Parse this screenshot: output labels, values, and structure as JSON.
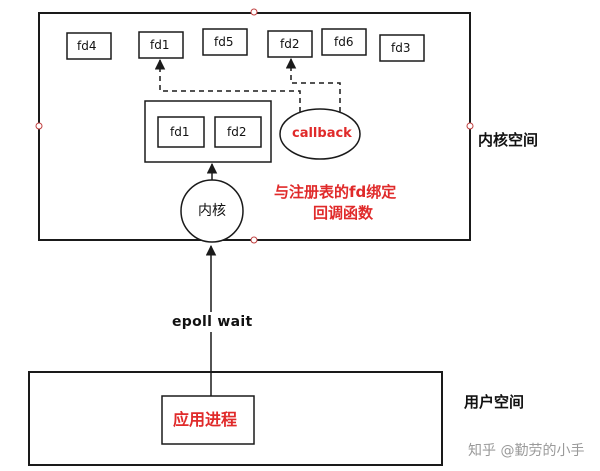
{
  "kernel": {
    "top_fds": [
      "fd4",
      "fd1",
      "fd5",
      "fd2",
      "fd6",
      "fd3"
    ],
    "bound_fds": [
      "fd1",
      "fd2"
    ],
    "callback": "callback",
    "core": "内核",
    "note_line1": "与注册表的fd绑定",
    "note_line2": "回调函数",
    "label": "内核空间"
  },
  "user": {
    "process": "应用进程",
    "label": "用户空间"
  },
  "epoll_label": "epoll  wait",
  "watermark": "知乎 @勤劳的小手",
  "colors": {
    "accent_red": "#e02a2a",
    "stroke": "#1a1a1a",
    "watermark": "#9a9a9a"
  }
}
